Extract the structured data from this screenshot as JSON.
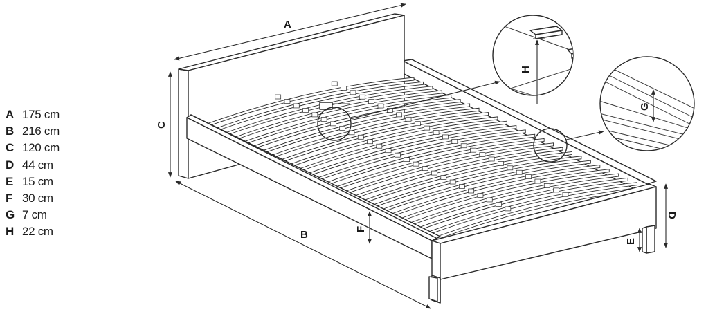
{
  "legend": [
    {
      "letter": "A",
      "value": "175 cm"
    },
    {
      "letter": "B",
      "value": "216 cm"
    },
    {
      "letter": "C",
      "value": "120 cm"
    },
    {
      "letter": "D",
      "value": "44 cm"
    },
    {
      "letter": "E",
      "value": "15 cm"
    },
    {
      "letter": "F",
      "value": "30 cm"
    },
    {
      "letter": "G",
      "value": "7 cm"
    },
    {
      "letter": "H",
      "value": "22 cm"
    }
  ],
  "labels": {
    "A": "A",
    "B": "B",
    "C": "C",
    "D": "D",
    "E": "E",
    "F": "F",
    "G": "G",
    "H": "H"
  }
}
